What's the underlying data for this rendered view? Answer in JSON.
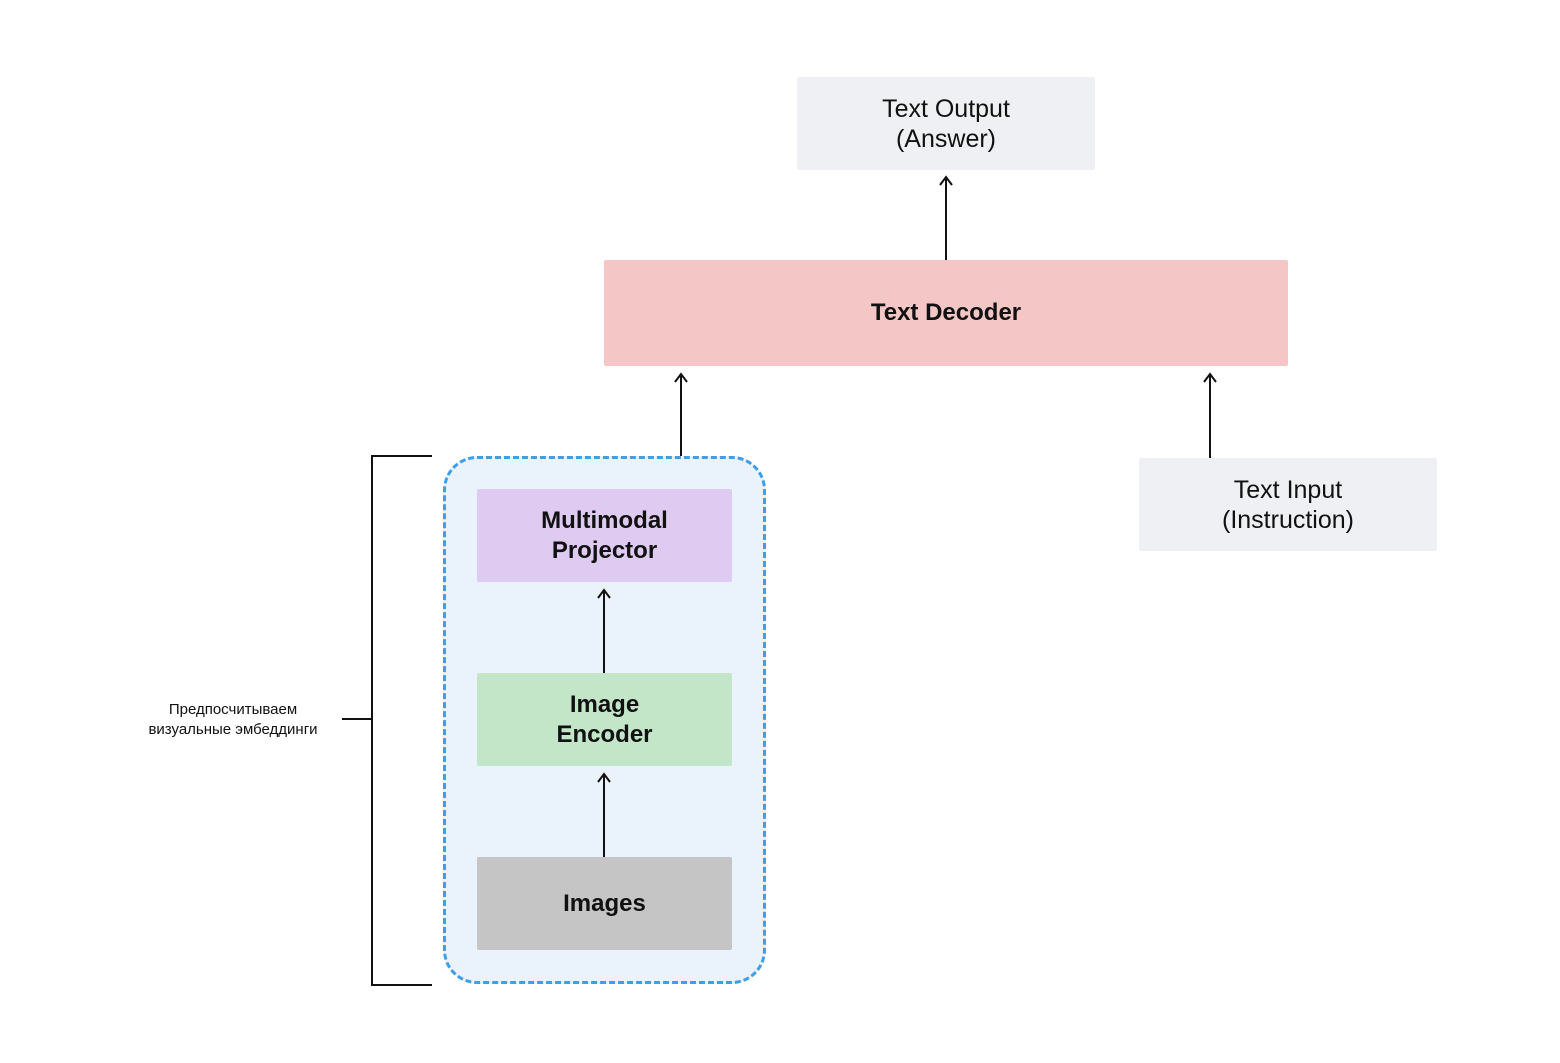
{
  "nodes": {
    "text_output": [
      "Text Output",
      "(Answer)"
    ],
    "text_decoder": [
      "Text Decoder"
    ],
    "text_input": [
      "Text Input",
      "(Instruction)"
    ],
    "multimodal_projector": [
      "Multimodal",
      "Projector"
    ],
    "image_encoder": [
      "Image",
      "Encoder"
    ],
    "images": [
      "Images"
    ]
  },
  "bracket_caption": [
    "Предпосчитываем",
    "визуальные эмбеддинги"
  ],
  "colors": {
    "light_box": "#eef0f3",
    "decoder": "#f5c6c6",
    "projector": "#dfcbf1",
    "encoder": "#c3e5c8",
    "images": "#c5c5c5",
    "dashed_frame": "#3f9ee8",
    "frame_fill": "#eaf3fb"
  }
}
